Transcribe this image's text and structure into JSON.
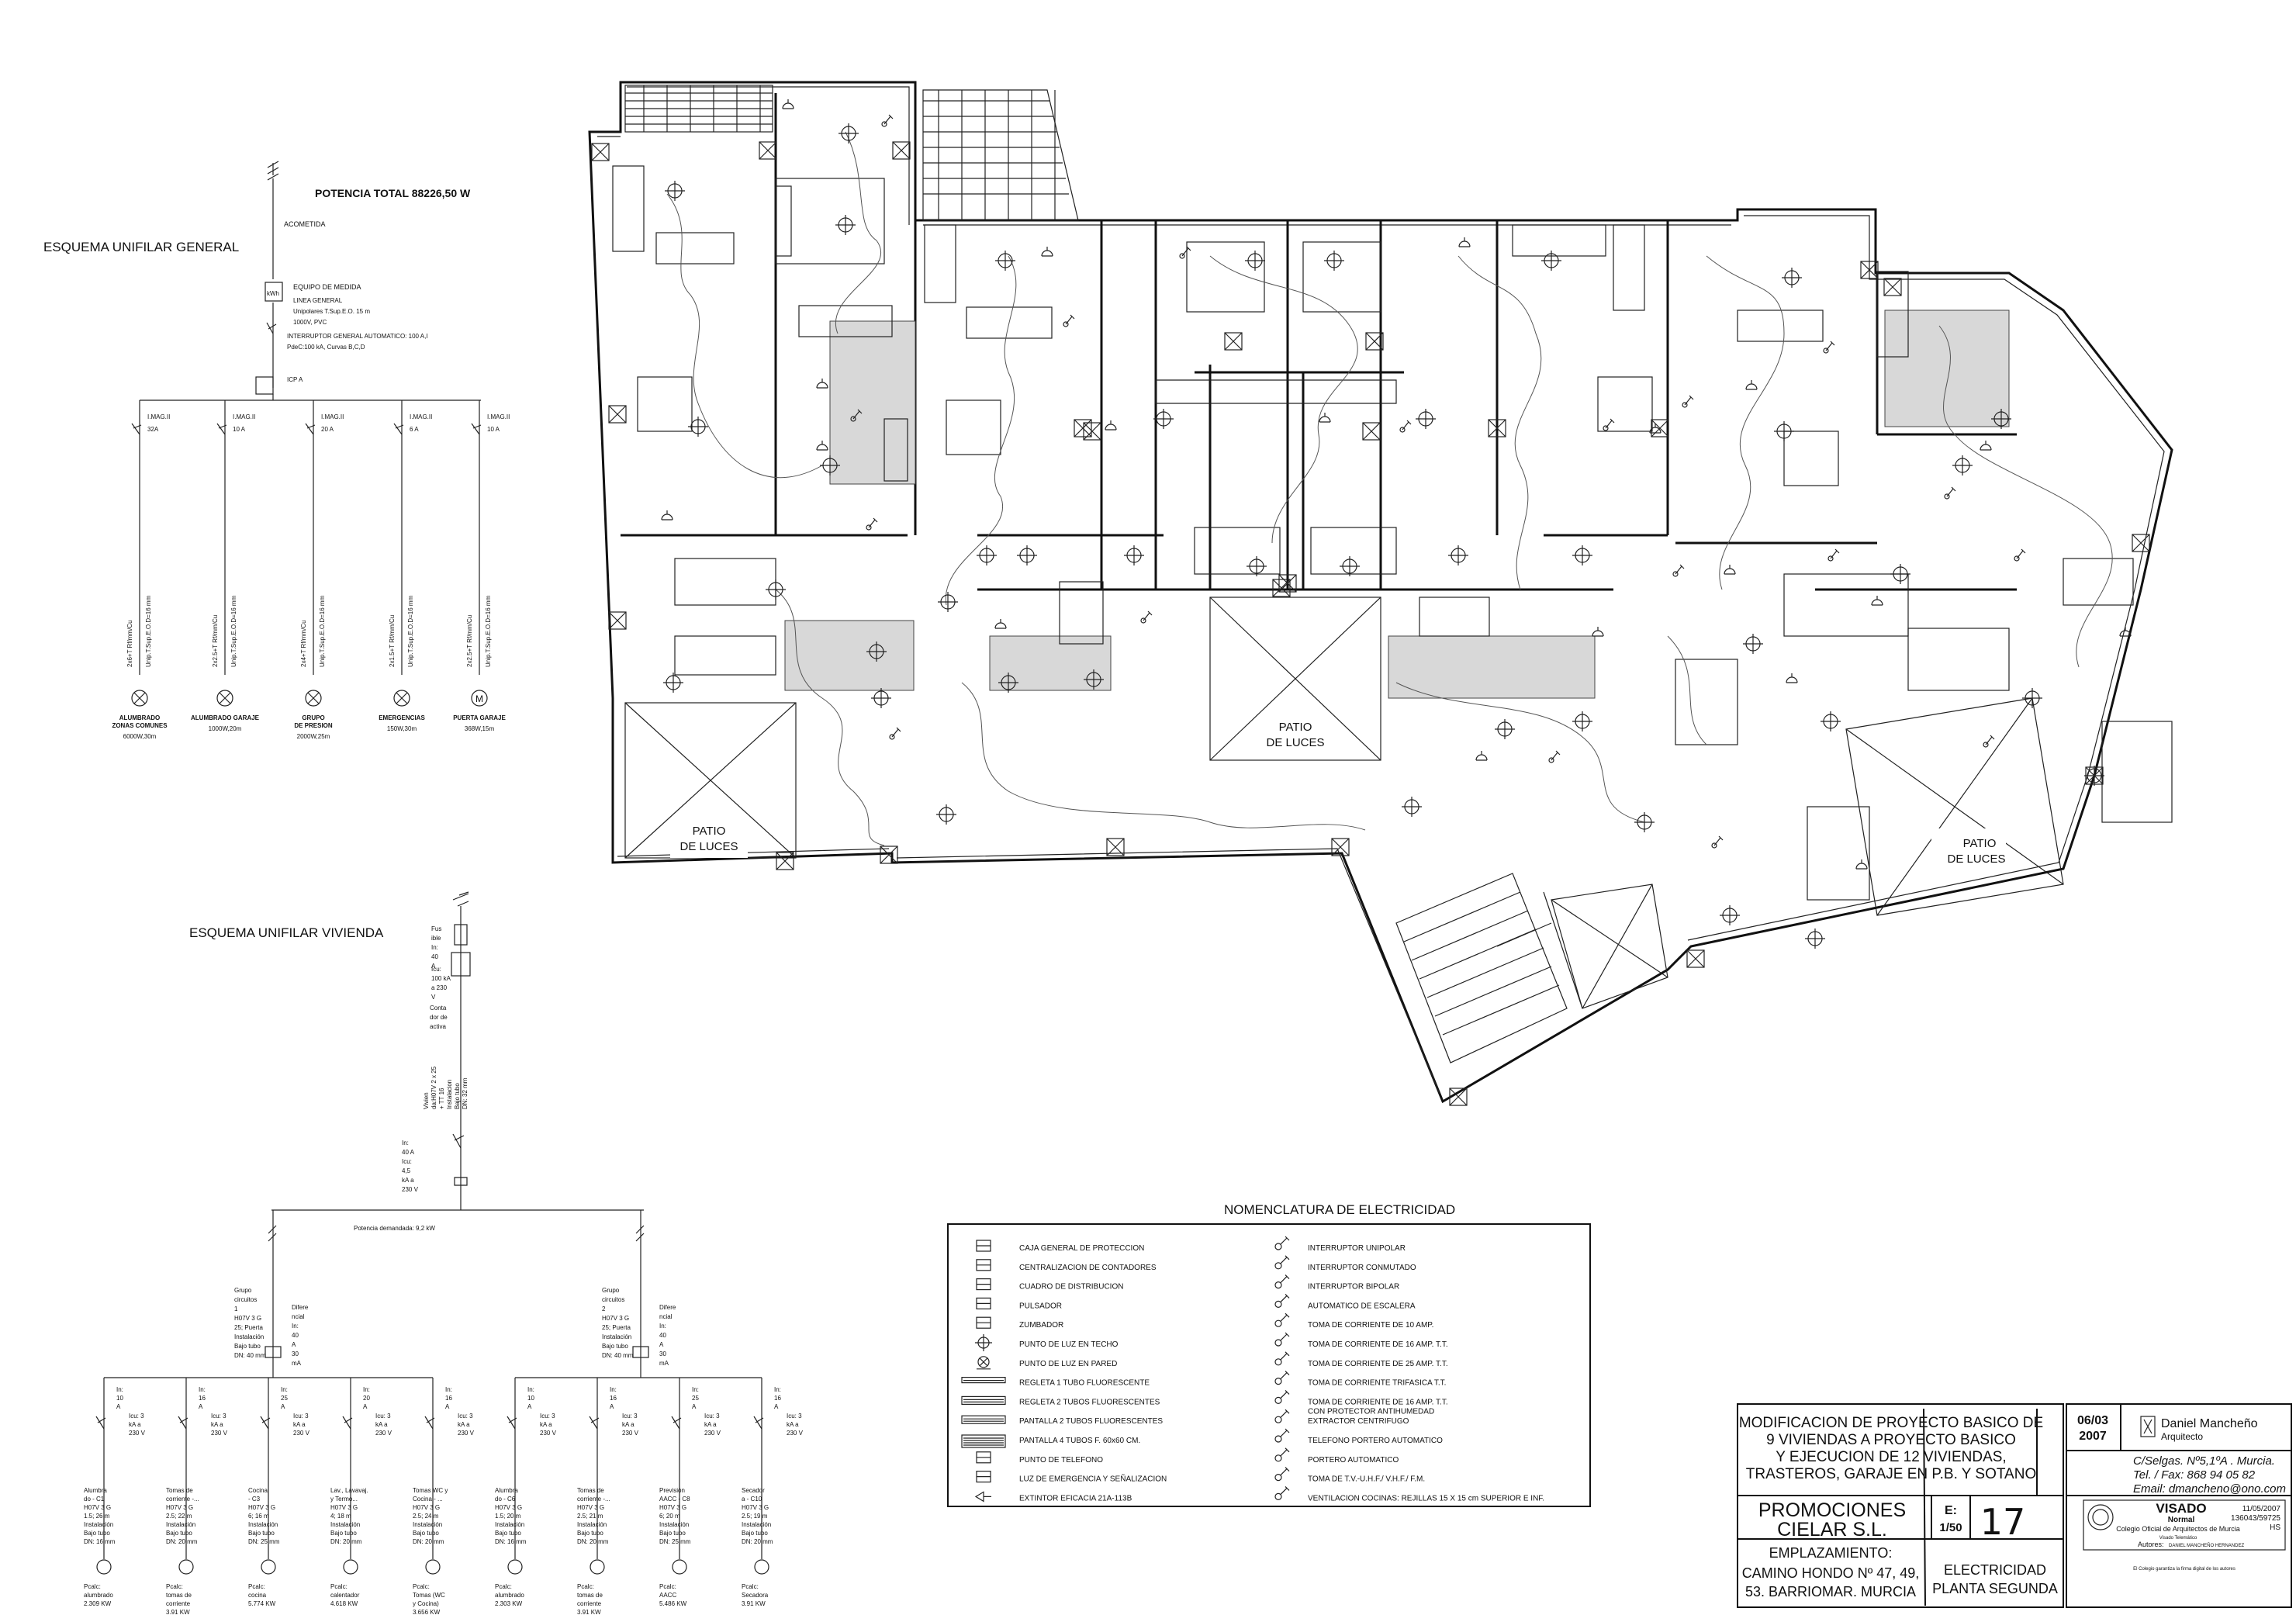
{
  "general_scheme": {
    "title": "ESQUEMA UNIFILAR GENERAL",
    "total_power": "POTENCIA TOTAL  88226,50 W",
    "acometida": "ACOMETIDA",
    "meter": "EQUIPO DE MEDIDA",
    "line_1": "LINEA GENERAL",
    "line_2": "Unipolares T.Sup.E.O. 15 m",
    "line_3": "1000V, PVC",
    "main_switch": "INTERRUPTOR GENERAL AUTOMATICO: 100 A,I",
    "main_switch_2": "PdeC:100 kA, Curvas B,C,D",
    "igp": "ICP A",
    "circuits": [
      {
        "breaker": "I.MAG.II",
        "amp": "32A",
        "cable": "2x6+T Rf/mm/Cu",
        "tube": "Unip.T.Sup.E.O.D=16 mm",
        "name": "ALUMBRADO ZONAS COMUNES",
        "load": "6000W,30m"
      },
      {
        "breaker": "I.MAG.II",
        "amp": "10 A",
        "cable": "2x2.5+T Rf/mm/Cu",
        "tube": "Unip.T.Sup.E.O.D=16 mm",
        "name": "ALUMBRADO GARAJE",
        "load": "1000W,20m"
      },
      {
        "breaker": "I.MAG.II",
        "amp": "20 A",
        "cable": "2x4+T Rf/mm/Cu",
        "tube": "Unip.T.Sup.E.O.D=16 mm",
        "name": "GRUPO DE PRESION",
        "load": "2000W,25m"
      },
      {
        "breaker": "I.MAG.II",
        "amp": "6 A",
        "cable": "2x1.5+T Rf/mm/Cu",
        "tube": "Unip.T.Sup.E.O.D=16 mm",
        "name": "EMERGENCIAS",
        "load": "150W,30m"
      },
      {
        "breaker": "I.MAG.II",
        "amp": "10 A",
        "cable": "2x2.5+T Rf/mm/Cu",
        "tube": "Unip.T.Sup.E.O.D=16 mm",
        "name": "PUERTA GARAJE",
        "load": "368W,15m"
      }
    ]
  },
  "dwelling_scheme": {
    "title": "ESQUEMA UNIFILAR VIVIENDA",
    "fuse_labels": [
      "Fus",
      "ible",
      "In:",
      "40",
      "A"
    ],
    "icu_labels": [
      "Icu:",
      "100 kA",
      "a 230",
      "V"
    ],
    "meter_labels": [
      "Conta",
      "dor de",
      "activa"
    ],
    "di_labels": [
      "Vivien",
      "da:H07V 2 x 25",
      "+ TT 16",
      "Instalacion",
      "Bajo tubo",
      "DN: 32 mm"
    ],
    "iga_labels": [
      "In:",
      "40 A",
      "Icu:",
      "4,5",
      "kA a",
      "230 V"
    ],
    "demand": "Potencia demandada: 9,2 kW",
    "groups": [
      {
        "label": [
          "Grupo",
          "circuitos",
          "1",
          "H07V 3 G",
          "25; Puerta",
          "Instalación",
          "Bajo tubo",
          "DN: 40 mm"
        ],
        "diff": [
          "Difere",
          "ncial",
          "In:",
          "40",
          "A",
          "30",
          "mA"
        ]
      },
      {
        "label": [
          "Grupo",
          "circuitos",
          "2",
          "H07V 3 G",
          "25; Puerta",
          "Instalación",
          "Bajo tubo",
          "DN: 40 mm"
        ],
        "diff": [
          "Difere",
          "ncial",
          "In:",
          "40",
          "A",
          "30",
          "mA"
        ]
      }
    ],
    "circuits": [
      {
        "rating": [
          "In:",
          "10",
          "A"
        ],
        "icu": [
          "Icu: 3",
          "kA a",
          "230 V"
        ],
        "desc": [
          "Alumbra",
          "do - C1",
          "H07V 3 G",
          "1.5; 26 m"
        ],
        "inst": [
          "Instalación",
          "Bajo tubo",
          "DN: 16 mm"
        ],
        "load": [
          "Pcalc:",
          "alumbrado",
          "2.309 KW"
        ]
      },
      {
        "rating": [
          "In:",
          "16",
          "A"
        ],
        "icu": [
          "Icu: 3",
          "kA a",
          "230 V"
        ],
        "desc": [
          "Tomas de",
          "corriente -...",
          "H07V 3 G",
          "2.5; 22 m"
        ],
        "inst": [
          "Instalación",
          "Bajo tubo",
          "DN: 20 mm"
        ],
        "load": [
          "Pcalc:",
          "tomas de",
          "corriente",
          "3.91 KW"
        ]
      },
      {
        "rating": [
          "In:",
          "25",
          "A"
        ],
        "icu": [
          "Icu: 3",
          "kA a",
          "230 V"
        ],
        "desc": [
          "Cocina",
          "- C3",
          "H07V 3 G",
          "6; 16 m"
        ],
        "inst": [
          "Instalación",
          "Bajo tubo",
          "DN: 25 mm"
        ],
        "load": [
          "Pcalc:",
          "cocina",
          "5.774 KW"
        ]
      },
      {
        "rating": [
          "In:",
          "20",
          "A"
        ],
        "icu": [
          "Icu: 3",
          "kA a",
          "230 V"
        ],
        "desc": [
          "Lav., Lavavaj.",
          "y Termo...",
          "H07V 3 G",
          "4; 18 m"
        ],
        "inst": [
          "Instalación",
          "Bajo tubo",
          "DN: 20 mm"
        ],
        "load": [
          "Pcalc:",
          "calentador",
          "4.618 KW"
        ]
      },
      {
        "rating": [
          "In:",
          "16",
          "A"
        ],
        "icu": [
          "Icu: 3",
          "kA a",
          "230 V"
        ],
        "desc": [
          "Tomas WC y",
          "Cocina - ...",
          "H07V 3 G",
          "2.5; 24 m"
        ],
        "inst": [
          "Instalación",
          "Bajo tubo",
          "DN: 20 mm"
        ],
        "load": [
          "Pcalc:",
          "Tomas (WC",
          "y Cocina)",
          "3.656 KW"
        ]
      },
      {
        "rating": [
          "In:",
          "10",
          "A"
        ],
        "icu": [
          "Icu: 3",
          "kA a",
          "230 V"
        ],
        "desc": [
          "Alumbra",
          "do - C6",
          "H07V 3 G",
          "1.5; 20 m"
        ],
        "inst": [
          "Instalación",
          "Bajo tubo",
          "DN: 16 mm"
        ],
        "load": [
          "Pcalc:",
          "alumbrado",
          "2.303 KW"
        ]
      },
      {
        "rating": [
          "In:",
          "16",
          "A"
        ],
        "icu": [
          "Icu: 3",
          "kA a",
          "230 V"
        ],
        "desc": [
          "Tomas de",
          "corriente -...",
          "H07V 3 G",
          "2.5; 21 m"
        ],
        "inst": [
          "Instalación",
          "Bajo tubo",
          "DN: 20 mm"
        ],
        "load": [
          "Pcalc:",
          "tomas de",
          "corriente",
          "3.91 KW"
        ]
      },
      {
        "rating": [
          "In:",
          "25",
          "A"
        ],
        "icu": [
          "Icu: 3",
          "kA a",
          "230 V"
        ],
        "desc": [
          "Previsión",
          "AACC - C8",
          "H07V 3 G",
          "6; 20 m"
        ],
        "inst": [
          "Instalación",
          "Bajo tubo",
          "DN: 25 mm"
        ],
        "load": [
          "Pcalc:",
          "AACC",
          "5.486 KW"
        ]
      },
      {
        "rating": [
          "In:",
          "16",
          "A"
        ],
        "icu": [
          "Icu: 3",
          "kA a",
          "230 V"
        ],
        "desc": [
          "Secador",
          "a - C10",
          "H07V 3 G",
          "2.5; 19 m"
        ],
        "inst": [
          "Instalación",
          "Bajo tubo",
          "DN: 20 mm"
        ],
        "load": [
          "Pcalc:",
          "Secadora",
          "3.91 KW"
        ]
      }
    ]
  },
  "plan": {
    "patio_label": [
      "PATIO",
      "DE LUCES"
    ]
  },
  "legend": {
    "title": "NOMENCLATURA DE ELECTRICIDAD",
    "left": [
      {
        "icon": "cgp-icon",
        "text": "CAJA GENERAL DE PROTECCION"
      },
      {
        "icon": "meters-icon",
        "text": "CENTRALIZACION DE CONTADORES"
      },
      {
        "icon": "distribution-board-icon",
        "text": "CUADRO DE DISTRIBUCION"
      },
      {
        "icon": "push-button-icon",
        "text": "PULSADOR"
      },
      {
        "icon": "buzzer-icon",
        "text": "ZUMBADOR"
      },
      {
        "icon": "ceiling-light-icon",
        "text": "PUNTO DE LUZ EN TECHO"
      },
      {
        "icon": "wall-light-icon",
        "text": "PUNTO DE LUZ EN PARED"
      },
      {
        "icon": "fluorescent-1-icon",
        "text": "REGLETA 1 TUBO FLUORESCENTE"
      },
      {
        "icon": "fluorescent-2-icon",
        "text": "REGLETA 2 TUBOS FLUORESCENTES"
      },
      {
        "icon": "fluorescent-screen-2-icon",
        "text": "PANTALLA 2 TUBOS FLUORESCENTES"
      },
      {
        "icon": "fluorescent-screen-4-icon",
        "text": "PANTALLA 4 TUBOS F. 60x60 CM."
      },
      {
        "icon": "telephone-icon",
        "text": "PUNTO DE TELEFONO"
      },
      {
        "icon": "emergency-light-icon",
        "text": "LUZ DE EMERGENCIA Y SEÑALIZACION"
      },
      {
        "icon": "extinguisher-icon",
        "text": "EXTINTOR  EFICACIA 21A-113B"
      }
    ],
    "right": [
      {
        "icon": "single-switch-icon",
        "text": "INTERRUPTOR UNIPOLAR"
      },
      {
        "icon": "two-way-switch-icon",
        "text": "INTERRUPTOR CONMUTADO"
      },
      {
        "icon": "bipolar-switch-icon",
        "text": "INTERRUPTOR BIPOLAR"
      },
      {
        "icon": "stair-timer-icon",
        "text": "AUTOMATICO DE ESCALERA"
      },
      {
        "icon": "socket-10-icon",
        "text": "TOMA DE CORRIENTE DE 10 AMP."
      },
      {
        "icon": "socket-16-icon",
        "text": "TOMA DE CORRIENTE DE 16 AMP.  T.T."
      },
      {
        "icon": "socket-25-icon",
        "text": "TOMA DE CORRIENTE DE 25 AMP.  T.T."
      },
      {
        "icon": "socket-3ph-icon",
        "text": "TOMA DE CORRIENTE TRIFASICA T.T."
      },
      {
        "icon": "socket-waterproof-icon",
        "text": "TOMA DE CORRIENTE DE 16 AMP.  T.T.",
        "text2": "CON PROTECTOR ANTIHUMEDAD"
      },
      {
        "icon": "extractor-icon",
        "text": "EXTRACTOR CENTRIFUGO"
      },
      {
        "icon": "intercom-phone-icon",
        "text": "TELEFONO PORTERO AUTOMATICO"
      },
      {
        "icon": "intercom-icon",
        "text": "PORTERO AUTOMATICO"
      },
      {
        "icon": "tv-socket-icon",
        "text": "TOMA DE T.V.-U.H.F./ V.H.F./ F.M."
      },
      {
        "icon": "kitchen-vent-icon",
        "text": "VENTILACION COCINAS: REJILLAS 15 X 15 cm SUPERIOR E INF."
      }
    ]
  },
  "title_block": {
    "project_1": "MODIFICACION DE PROYECTO BASICO DE",
    "project_2": "9 VIVIENDAS A PROYECTO BASICO",
    "project_3": "Y EJECUCION DE 12 VIVIENDAS,",
    "project_4": "TRASTEROS, GARAJE EN P.B. Y SOTANO",
    "date_1": "06/03",
    "date_2": "2007",
    "architect_1": "Daniel Mancheño",
    "architect_2": "Arquitecto",
    "address_1": "C/Selgas. Nº5,1ºA . Murcia.",
    "address_2": "Tel. / Fax: 868 94 05 82",
    "address_3": "Email: dmancheno@ono.com",
    "client_1": "PROMOCIONES",
    "client_2": "CIELAR S.L.",
    "scale_label": "E:",
    "scale": "1/50",
    "sheet": "17",
    "location_label": "EMPLAZAMIENTO:",
    "location_1": "CAMINO HONDO Nº 47, 49,",
    "location_2": "53. BARRIOMAR. MURCIA",
    "drawing_1": "ELECTRICIDAD",
    "drawing_2": "PLANTA SEGUNDA",
    "visado": "VISADO",
    "visado_type": "Normal",
    "visado_date": "11/05/2007",
    "visado_num": "136043/59725",
    "visado_code": "HS",
    "college": "Colegio Oficial de Arquitectos de Murcia",
    "visado_sub": "Visado Telemático",
    "authors_label": "Autores:",
    "authors": "DANIEL MANCHEÑO HERNANDEZ",
    "guarantee": "El Colegio garantiza la firma digital de los autores"
  }
}
